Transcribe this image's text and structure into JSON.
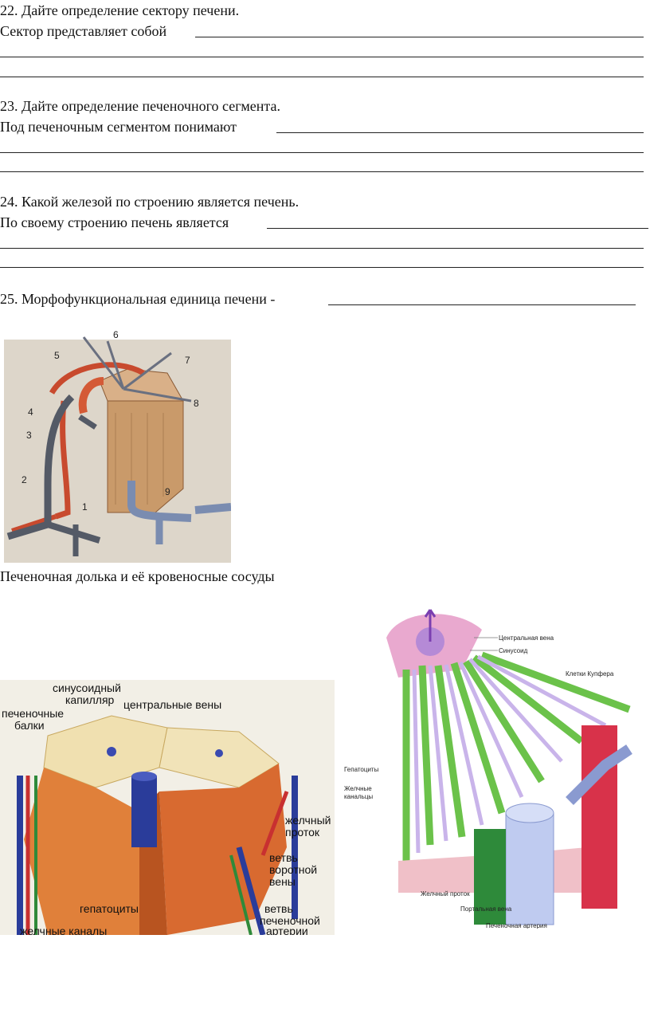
{
  "questions": [
    {
      "title": "22. Дайте определение сектору печени.",
      "prompt": "Сектор представляет собой"
    },
    {
      "title": "23. Дайте определение печеночного сегмента.",
      "prompt": "Под печеночным сегментом понимают"
    },
    {
      "title": "24. Какой железой по строению является печень.",
      "prompt": "По своему строению печень является"
    },
    {
      "title": "25. Морфофункциональная единица печени -",
      "prompt": ""
    }
  ],
  "figure1": {
    "caption": "Печеночная долька и её кровеносные сосуды",
    "numbers": [
      "1",
      "2",
      "3",
      "4",
      "5",
      "6",
      "7",
      "8",
      "9"
    ]
  },
  "figure2": {
    "labels": {
      "sinusoid": "синусоидный",
      "sinusoid2": "капилляр",
      "central": "центральные вены",
      "beams": "печеночные",
      "beams2": "балки",
      "bile_duct": "желчный",
      "bile_duct2": "проток",
      "portal": "ветвь",
      "portal2": "воротной",
      "portal3": "вены",
      "hepatocytes": "гепатоциты",
      "artery": "ветвь",
      "artery2": "печеночной",
      "artery3": "артерии",
      "canals": "желчные каналы"
    }
  },
  "figure3": {
    "labels": {
      "central_vein": "Центральная вена",
      "sinusoid": "Синусоид",
      "kupffer": "Клетки Купфера",
      "hepatocytes": "Гепатоциты",
      "bile_canals": "Желчные",
      "bile_canals2": "канальцы",
      "bile_duct": "Желчный проток",
      "portal_vein": "Портальная вена",
      "hepatic_artery": "Печеночная артерия"
    }
  }
}
